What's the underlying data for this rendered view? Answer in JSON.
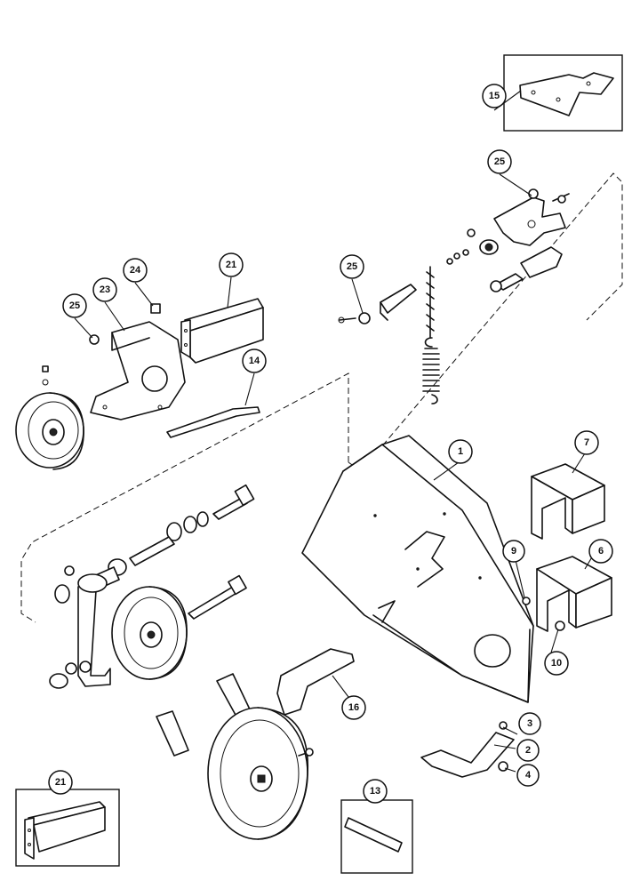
{
  "callouts": {
    "c1": "1",
    "c2": "2",
    "c3": "3",
    "c4": "4",
    "c6": "6",
    "c7": "7",
    "c9": "9",
    "c10": "10",
    "c13": "13",
    "c14": "14",
    "c15": "15",
    "c16": "16",
    "c21_top": "21",
    "c21_box": "21",
    "c23": "23",
    "c24": "24",
    "c25_left": "25",
    "c25_mid": "25",
    "c25_right": "25"
  }
}
